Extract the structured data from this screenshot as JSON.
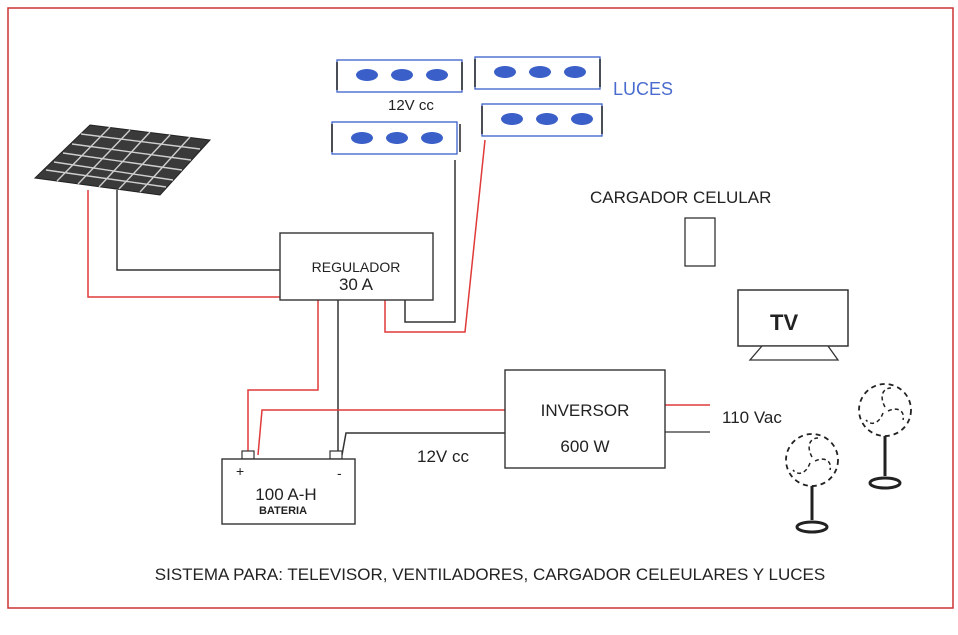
{
  "labels": {
    "lights": "LUCES",
    "lights_voltage": "12V cc",
    "phone_charger": "CARGADOR CELULAR",
    "tv": "TV",
    "regulator_name": "REGULADOR",
    "regulator_rating": "30 A",
    "inverter_name": "INVERSOR",
    "inverter_rating": "600 W",
    "ac_output": "110 Vac",
    "battery_voltage": "12V cc",
    "battery_plus": "+",
    "battery_minus": "-",
    "battery_capacity": "100 A-H",
    "battery_name": "BATERIA",
    "caption": "SISTEMA PARA: TELEVISOR, VENTILADORES, CARGADOR CELEULARES Y LUCES"
  },
  "colors": {
    "frame_border": "#cc3333",
    "positive_wire": "#e03a3a",
    "negative_wire": "#333333",
    "light_fill": "#3a5fc8",
    "light_label": "#4a6ccf",
    "solar_panel": "#2f2f2f",
    "text": "#222222"
  },
  "icons": [
    "solar-panel-icon",
    "light-strip-icon",
    "phone-charger-icon",
    "tv-icon",
    "fan-icon",
    "battery-icon"
  ]
}
